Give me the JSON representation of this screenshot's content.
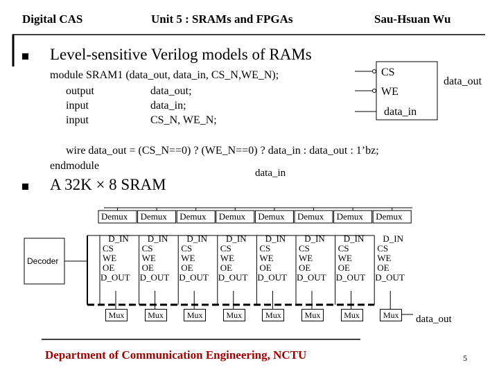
{
  "header": {
    "left": "Digital CAS",
    "center": "Unit 5 : SRAMs and FPGAs",
    "right": "Sau-Hsuan Wu"
  },
  "bullets": [
    {
      "text": "Level-sensitive Verilog models of RAMs"
    },
    {
      "text": "A 32K × 8 SRAM"
    }
  ],
  "code": {
    "line1": "module SRAM1 (data_out, data_in, CS_N,WE_N);",
    "decls": [
      {
        "kw": "output",
        "name": "data_out;"
      },
      {
        "kw": "input",
        "name": "data_in;"
      },
      {
        "kw": "input",
        "name": "CS_N, WE_N;"
      }
    ],
    "wire_line": "wire   data_out = (CS_N==0) ? (WE_N==0) ? data_in : data_out : 1’bz;",
    "end_line": "endmodule"
  },
  "sram_block": {
    "cs": "CS",
    "we": "WE",
    "data_in": "data_in",
    "data_out": "data_out"
  },
  "diagram": {
    "data_in_label": "data_in",
    "demux_label": "Demux",
    "demux_count": 8,
    "cell_lines": [
      "D_IN",
      "CS",
      "WE",
      "OE",
      "D_OUT"
    ],
    "decoder_label": "Decoder",
    "mux_label": "Mux",
    "data_out_label": "data_out"
  },
  "footer": {
    "text": "Department of Communication Engineering, NCTU",
    "color": "#a00000",
    "page": "5"
  }
}
